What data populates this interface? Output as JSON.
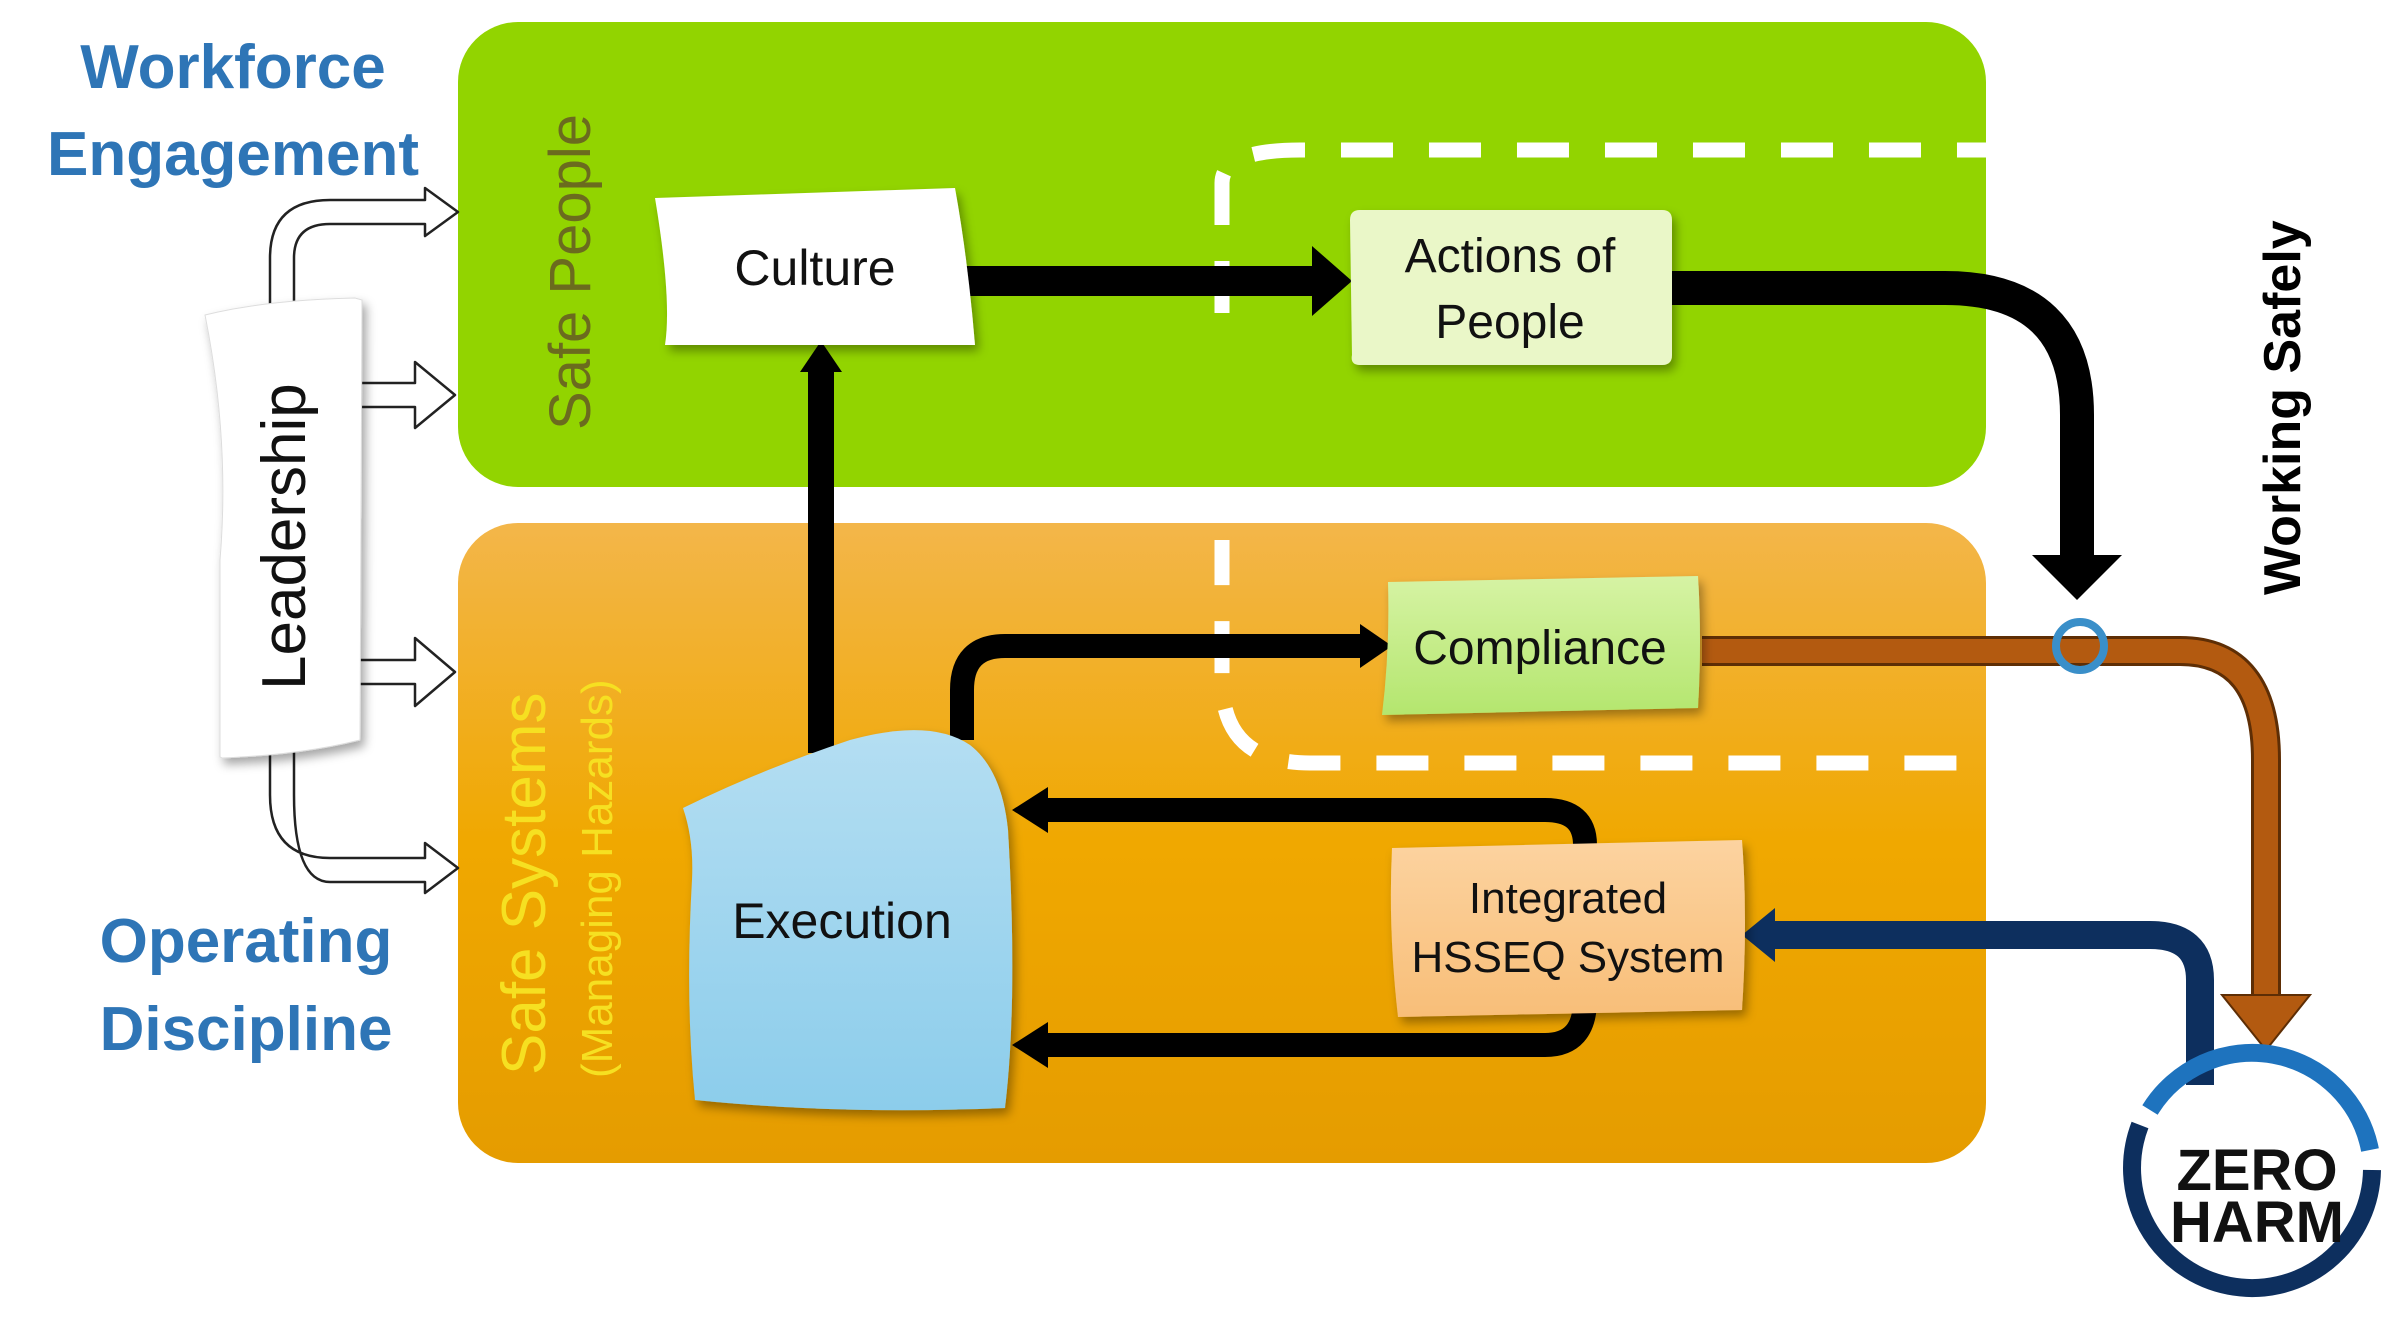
{
  "side_labels": {
    "workforce_line1": "Workforce",
    "workforce_line2": "Engagement",
    "operating_line1": "Operating",
    "operating_line2": "Discipline"
  },
  "panels": {
    "safe_people": "Safe People",
    "safe_systems": "Safe Systems",
    "managing_hazards": "(Managing Hazards)"
  },
  "boxes": {
    "leadership": "Leadership",
    "culture": "Culture",
    "actions_line1": "Actions of",
    "actions_line2": "People",
    "compliance": "Compliance",
    "execution": "Execution",
    "hsseq_line1": "Integrated",
    "hsseq_line2": "HSSEQ System"
  },
  "working_safely": "Working Safely",
  "logo": {
    "line1": "ZERO",
    "line2": "HARM"
  },
  "colors": {
    "blue_text": "#2E75B6",
    "green_panel": "#92D400",
    "orange_panel_top": "#F3B23A",
    "orange_panel_bottom": "#E8A100",
    "safe_people_text": "#6B6B1E",
    "safe_systems_text": "#F6E021",
    "brown_arrow": "#B35A10",
    "navy_arrow": "#0D2F5E",
    "execution_fill": "#A5D8F0",
    "actions_fill": "#EAF7C8",
    "compliance_fill": "#C8EE8A",
    "hsseq_fill": "#FBC98A",
    "logo_ring": "#1E73BE"
  }
}
